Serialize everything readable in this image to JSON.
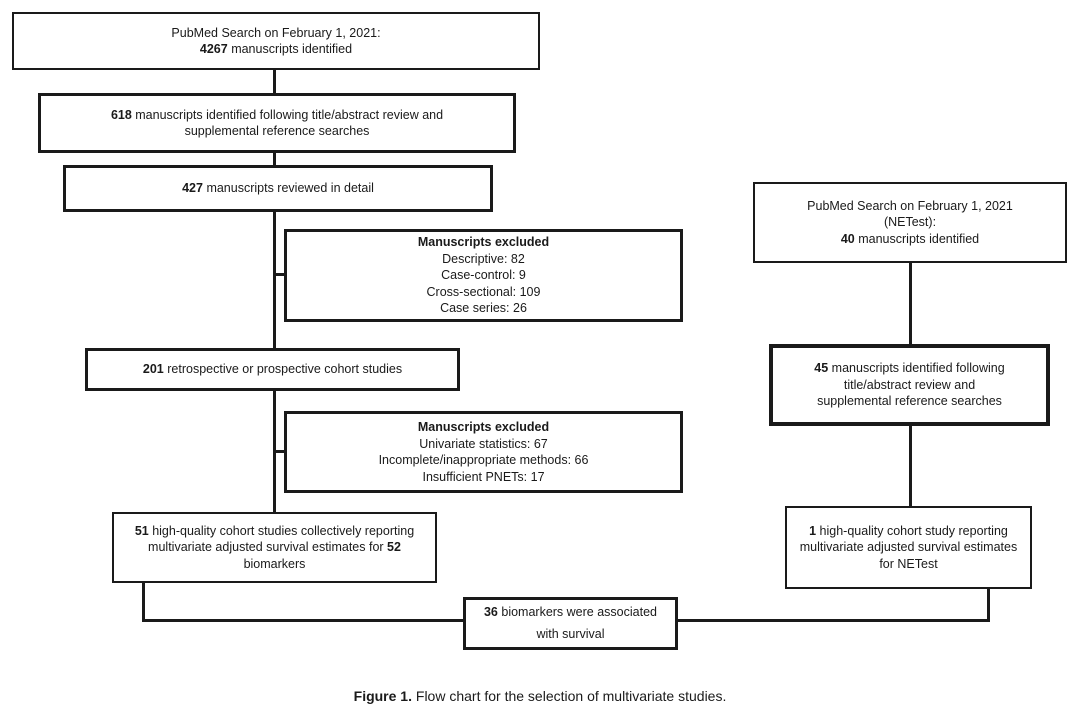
{
  "colors": {
    "ink": "#1a1a1a",
    "background": "#ffffff"
  },
  "caption": {
    "label": "Figure 1.",
    "text": " Flow chart for the selection of multivariate studies."
  },
  "boxes": {
    "search_main": {
      "lines": [
        [
          {
            "t": "PubMed Search on February 1, 2021:"
          }
        ],
        [
          {
            "t": "4267",
            "b": 1
          },
          {
            "t": " manuscripts identified"
          }
        ]
      ]
    },
    "screened_618": {
      "lines": [
        [
          {
            "t": "618",
            "b": 1
          },
          {
            "t": " manuscripts identified following title/abstract review and"
          }
        ],
        [
          {
            "t": "supplemental reference searches"
          }
        ]
      ]
    },
    "reviewed_427": {
      "lines": [
        [
          {
            "t": "427",
            "b": 1
          },
          {
            "t": " manuscripts reviewed in detail"
          }
        ]
      ]
    },
    "excluded_design": {
      "lines": [
        [
          {
            "t": "Manuscripts excluded",
            "b": 1
          }
        ],
        [
          {
            "t": "Descriptive: 82"
          }
        ],
        [
          {
            "t": "Case-control: 9"
          }
        ],
        [
          {
            "t": "Cross-sectional: 109"
          }
        ],
        [
          {
            "t": "Case series: 26"
          }
        ]
      ]
    },
    "cohort_201": {
      "lines": [
        [
          {
            "t": "201",
            "b": 1
          },
          {
            "t": " retrospective or prospective cohort studies"
          }
        ]
      ]
    },
    "excluded_methods": {
      "lines": [
        [
          {
            "t": "Manuscripts excluded",
            "b": 1
          }
        ],
        [
          {
            "t": "Univariate statistics: 67"
          }
        ],
        [
          {
            "t": "Incomplete/inappropriate methods: 66"
          }
        ],
        [
          {
            "t": "Insufficient PNETs: 17"
          }
        ]
      ]
    },
    "quality_51": {
      "lines": [
        [
          {
            "t": "51",
            "b": 1
          },
          {
            "t": " high-quality cohort studies collectively reporting"
          }
        ],
        [
          {
            "t": "multivariate adjusted survival estimates for "
          },
          {
            "t": "52",
            "b": 1
          }
        ],
        [
          {
            "t": "biomarkers"
          }
        ]
      ]
    },
    "search_netest": {
      "lines": [
        [
          {
            "t": "PubMed Search on February 1, 2021"
          }
        ],
        [
          {
            "t": "(NETest):"
          }
        ],
        [
          {
            "t": "40",
            "b": 1
          },
          {
            "t": " manuscripts identified"
          }
        ]
      ]
    },
    "netest_45": {
      "lines": [
        [
          {
            "t": "45",
            "b": 1
          },
          {
            "t": " manuscripts identified following"
          }
        ],
        [
          {
            "t": "title/abstract review and"
          }
        ],
        [
          {
            "t": "supplemental reference searches"
          }
        ]
      ]
    },
    "netest_1": {
      "lines": [
        [
          {
            "t": "1",
            "b": 1
          },
          {
            "t": " high-quality cohort study reporting"
          }
        ],
        [
          {
            "t": "multivariate adjusted survival estimates"
          }
        ],
        [
          {
            "t": "for NETest"
          }
        ]
      ]
    },
    "biomarkers_36": {
      "lines": [
        [
          {
            "t": "36",
            "b": 1
          },
          {
            "t": " biomarkers were associated"
          }
        ],
        [
          {
            "t": "with survival"
          }
        ]
      ]
    }
  }
}
